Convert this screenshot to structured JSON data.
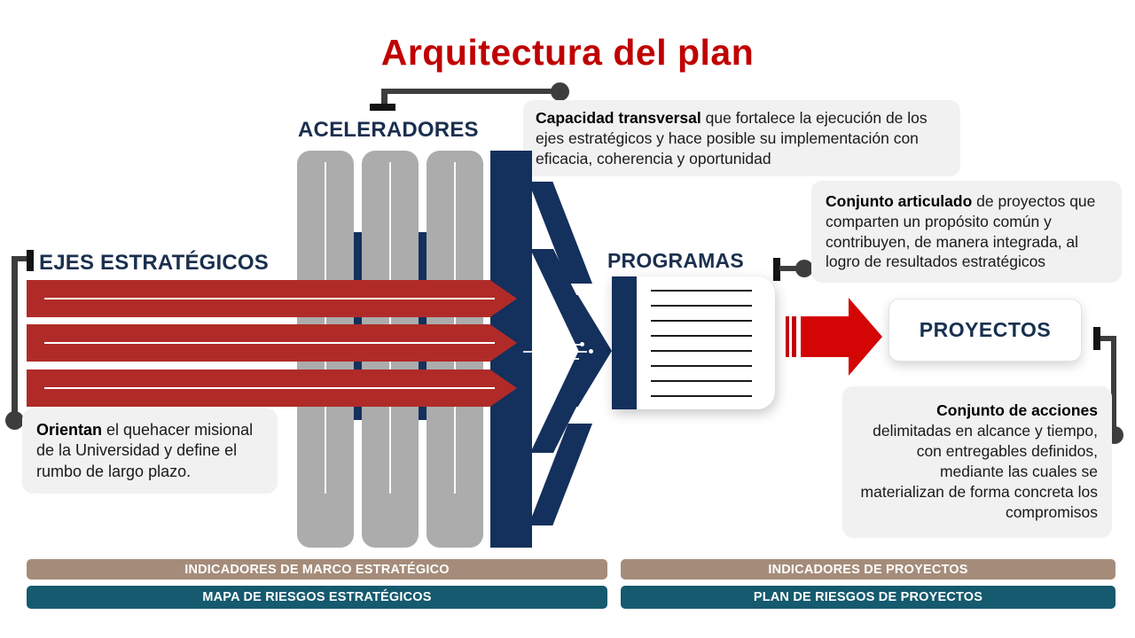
{
  "title": "Arquitectura del plan",
  "sections": {
    "aceleradores": {
      "label": "ACELERADORES",
      "description_bold": "Capacidad transversal",
      "description_rest": " que fortalece la ejecución de los ejes estratégicos y hace posible su implementación con eficacia, coherencia y oportunidad"
    },
    "ejes": {
      "label": "EJES ESTRATÉGICOS",
      "description_bold": "Orientan",
      "description_rest": " el quehacer misional de la Universidad y define el rumbo de largo plazo."
    },
    "programas": {
      "label": "PROGRAMAS",
      "description_bold": "Conjunto articulado",
      "description_rest": " de proyectos que comparten un propósito común y contribuyen, de manera integrada, al logro de resultados estratégicos"
    },
    "proyectos": {
      "label": "PROYECTOS",
      "description_bold": "Conjunto de acciones",
      "description_rest": " delimitadas en alcance y tiempo, con entregables definidos, mediante las cuales se materializan de forma concreta los compromisos"
    }
  },
  "footer": {
    "left": [
      {
        "label": "INDICADORES DE MARCO ESTRATÉGICO",
        "color": "#A58C7A"
      },
      {
        "label": "MAPA DE RIESGOS ESTRATÉGICOS",
        "color": "#155A6E"
      }
    ],
    "right": [
      {
        "label": "INDICADORES DE PROYECTOS",
        "color": "#A58C7A"
      },
      {
        "label": "PLAN DE RIESGOS DE PROYECTOS",
        "color": "#155A6E"
      }
    ]
  },
  "colors": {
    "title_red": "#C00000",
    "axis_bar_red": "#B02B28",
    "arrow_red": "#D40505",
    "navy": "#14305C",
    "label_navy": "#1B2F4E",
    "accelerator_gray": "#ACACAC",
    "note_background": "#F1F1F1",
    "connector_gray": "#3D3D3D",
    "footer_tan": "#A58C7A",
    "footer_teal": "#155A6E"
  }
}
